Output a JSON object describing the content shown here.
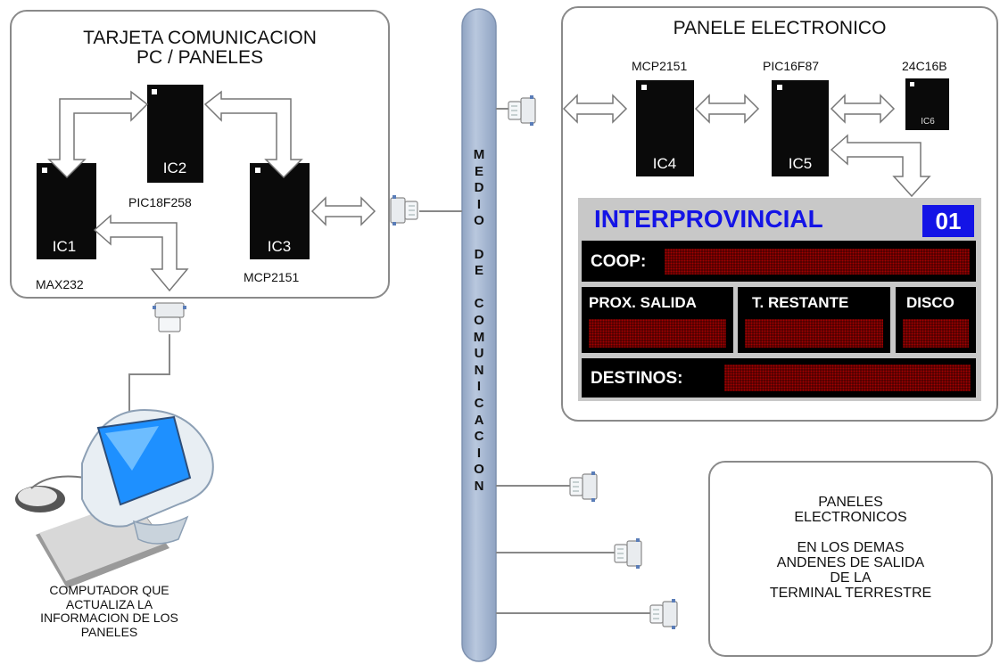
{
  "card_title_line1": "TARJETA COMUNICACION",
  "card_title_line2": "PC / PANELES",
  "chips": {
    "ic1": {
      "label": "IC1",
      "part": "MAX232"
    },
    "ic2": {
      "label": "IC2",
      "part": "PIC18F258"
    },
    "ic3": {
      "label": "IC3",
      "part": "MCP2151"
    },
    "ic4": {
      "label": "IC4",
      "part": "MCP2151"
    },
    "ic5": {
      "label": "IC5",
      "part": "PIC16F87"
    },
    "ic6": {
      "label": "IC6",
      "part": "24C16B"
    }
  },
  "bus_label": [
    "M",
    "E",
    "D",
    "I",
    "O",
    "",
    "D",
    "E",
    "",
    "C",
    "O",
    "M",
    "U",
    "N",
    "I",
    "C",
    "A",
    "C",
    "I",
    "O",
    "N"
  ],
  "panel_title": "PANELE ELECTRONICO",
  "display": {
    "header": "INTERPROVINCIAL",
    "number": "01",
    "coop": "COOP:",
    "prox": "PROX. SALIDA",
    "trest": "T. RESTANTE",
    "disco": "DISCO",
    "destinos": "DESTINOS:"
  },
  "computer_caption": [
    "COMPUTADOR QUE",
    "ACTUALIZA LA",
    "INFORMACION DE LOS",
    "PANELES"
  ],
  "other_panels": [
    "PANELES",
    "ELECTRONICOS",
    "",
    "EN LOS DEMAS",
    "ANDENES DE SALIDA",
    "DE LA",
    "TERMINAL TERRESTRE"
  ],
  "colors": {
    "display_bg": "#c8c8c8",
    "display_blue": "#1414e6",
    "led_red": "#a30000",
    "bus": "#a9bbd6"
  }
}
